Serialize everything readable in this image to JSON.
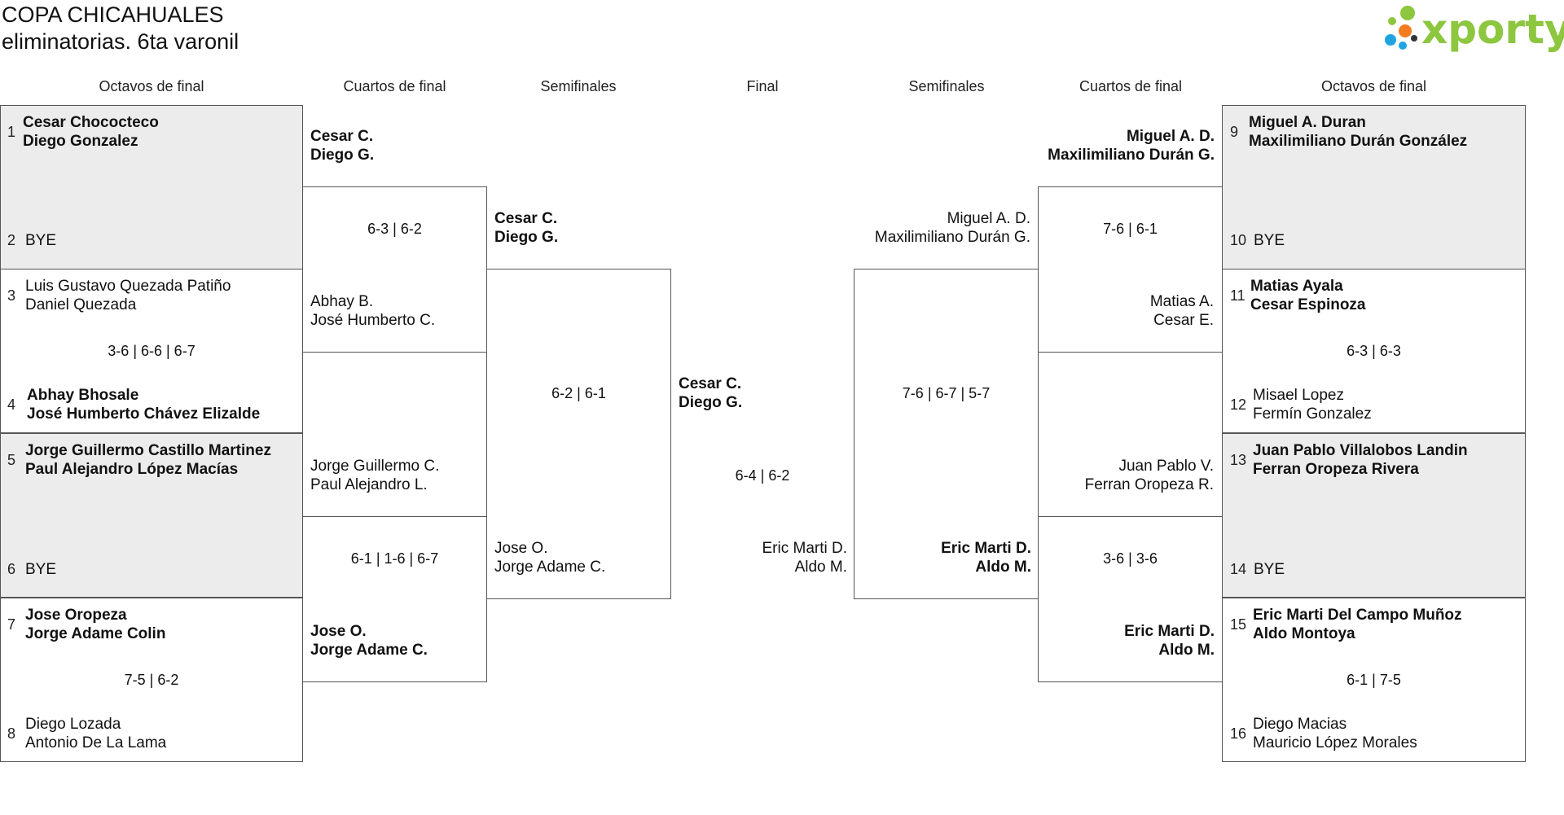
{
  "title": {
    "line1": "COPA CHICAHUALES",
    "line2": "eliminatorias. 6ta varonil"
  },
  "logo": {
    "text": "xporty",
    "colors": {
      "green": "#8dc63f",
      "orange": "#f47b20",
      "blue": "#1ea4e0",
      "dark": "#333333"
    }
  },
  "headers": {
    "l_r16": "Octavos de final",
    "l_qf": "Cuartos de final",
    "l_sf": "Semifinales",
    "final": "Final",
    "r_sf": "Semifinales",
    "r_qf": "Cuartos de final",
    "r_r16": "Octavos de final"
  },
  "left_r16": [
    {
      "top": {
        "seed": "1",
        "p1": "Cesar Chococteco",
        "p2": "Diego Gonzalez"
      },
      "bottom": {
        "seed": "2",
        "p1": "BYE",
        "p2": ""
      },
      "score": ""
    },
    {
      "top": {
        "seed": "3",
        "p1": "Luis Gustavo Quezada Patiño",
        "p2": "Daniel Quezada"
      },
      "bottom": {
        "seed": "4",
        "p1": "Abhay Bhosale",
        "p2": "José Humberto Chávez Elizalde"
      },
      "score": "3-6 | 6-6 | 6-7"
    },
    {
      "top": {
        "seed": "5",
        "p1": "Jorge Guillermo Castillo Martinez",
        "p2": "Paul Alejandro López Macías"
      },
      "bottom": {
        "seed": "6",
        "p1": "BYE",
        "p2": ""
      },
      "score": ""
    },
    {
      "top": {
        "seed": "7",
        "p1": "Jose Oropeza",
        "p2": "Jorge Adame Colin"
      },
      "bottom": {
        "seed": "8",
        "p1": "Diego Lozada",
        "p2": "Antonio De La Lama"
      },
      "score": "7-5 | 6-2"
    }
  ],
  "left_qf": [
    {
      "top": {
        "p1": "Cesar C.",
        "p2": "Diego G."
      },
      "bottom": {
        "p1": "Abhay B.",
        "p2": "José Humberto C."
      },
      "score": "6-3 | 6-2"
    },
    {
      "top": {
        "p1": "Jorge Guillermo C.",
        "p2": "Paul Alejandro L."
      },
      "bottom": {
        "p1": "Jose O.",
        "p2": "Jorge Adame C."
      },
      "score": "6-1 | 1-6 | 6-7"
    }
  ],
  "left_sf": {
    "top": {
      "p1": "Cesar C.",
      "p2": "Diego G."
    },
    "bottom": {
      "p1": "Jose O.",
      "p2": "Jorge Adame C."
    },
    "score": "6-2 | 6-1"
  },
  "final": {
    "top": {
      "p1": "Cesar C.",
      "p2": "Diego G."
    },
    "bottom": {
      "p1": "Eric Marti D.",
      "p2": "Aldo M."
    },
    "score": "6-4 | 6-2"
  },
  "right_sf": {
    "top": {
      "p1": "Miguel A. D.",
      "p2": "Maxilimiliano Durán G."
    },
    "bottom": {
      "p1": "Eric Marti D.",
      "p2": "Aldo M."
    },
    "score": "7-6 | 6-7 | 5-7"
  },
  "right_qf": [
    {
      "top": {
        "p1": "Miguel A. D.",
        "p2": "Maxilimiliano Durán G."
      },
      "bottom": {
        "p1": "Matias A.",
        "p2": "Cesar E."
      },
      "score": "7-6 | 6-1"
    },
    {
      "top": {
        "p1": "Juan Pablo V.",
        "p2": "Ferran Oropeza R."
      },
      "bottom": {
        "p1": "Eric Marti D.",
        "p2": "Aldo M."
      },
      "score": "3-6 | 3-6"
    }
  ],
  "right_r16": [
    {
      "top": {
        "seed": "9",
        "p1": "Miguel A. Duran",
        "p2": "Maxilimiliano Durán González"
      },
      "bottom": {
        "seed": "10",
        "p1": "BYE",
        "p2": ""
      },
      "score": ""
    },
    {
      "top": {
        "seed": "11",
        "p1": "Matias Ayala",
        "p2": "Cesar Espinoza"
      },
      "bottom": {
        "seed": "12",
        "p1": "Misael Lopez",
        "p2": "Fermín Gonzalez"
      },
      "score": "6-3 | 6-3"
    },
    {
      "top": {
        "seed": "13",
        "p1": "Juan Pablo Villalobos Landin",
        "p2": "Ferran Oropeza Rivera"
      },
      "bottom": {
        "seed": "14",
        "p1": "BYE",
        "p2": ""
      },
      "score": ""
    },
    {
      "top": {
        "seed": "15",
        "p1": "Eric Marti Del Campo Muñoz",
        "p2": "Aldo Montoya"
      },
      "bottom": {
        "seed": "16",
        "p1": "Diego Macias",
        "p2": "Mauricio López Morales"
      },
      "score": "6-1 | 7-5"
    }
  ]
}
